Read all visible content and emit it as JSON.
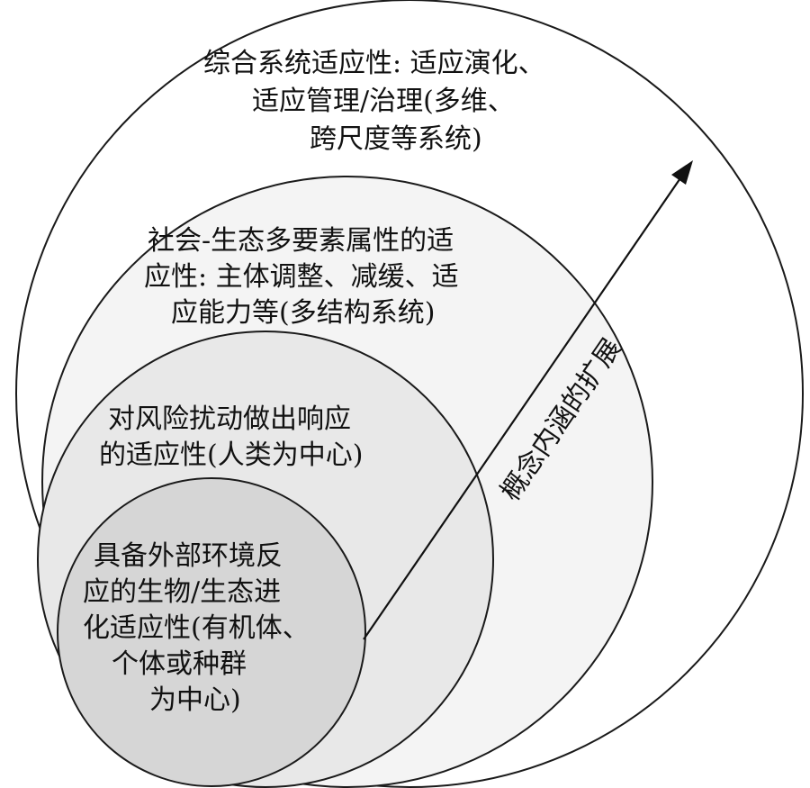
{
  "diagram": {
    "colors": {
      "outer": "#ffffff",
      "second": "#f4f4f4",
      "third": "#e8e8e8",
      "inner": "#d6d6d6",
      "stroke": "#1a1a1a"
    },
    "outer_circle": {
      "lines": [
        "综合系统适应性: 适应演化、",
        "适应管理/治理(多维、",
        "跨尺度等系统)"
      ]
    },
    "second_circle": {
      "lines": [
        "社会-生态多要素属性的适",
        "应性: 主体调整、减缓、适",
        "应能力等(多结构系统)"
      ]
    },
    "third_circle": {
      "lines": [
        "对风险扰动做出响应",
        "的适应性(人类为中心)"
      ]
    },
    "inner_circle": {
      "lines": [
        "具备外部环境反",
        "应的生物/生态进",
        "化适应性(有机体、",
        "个体或种群",
        "为中心)"
      ]
    },
    "arrow": {
      "label": "概念内涵的扩展"
    }
  }
}
